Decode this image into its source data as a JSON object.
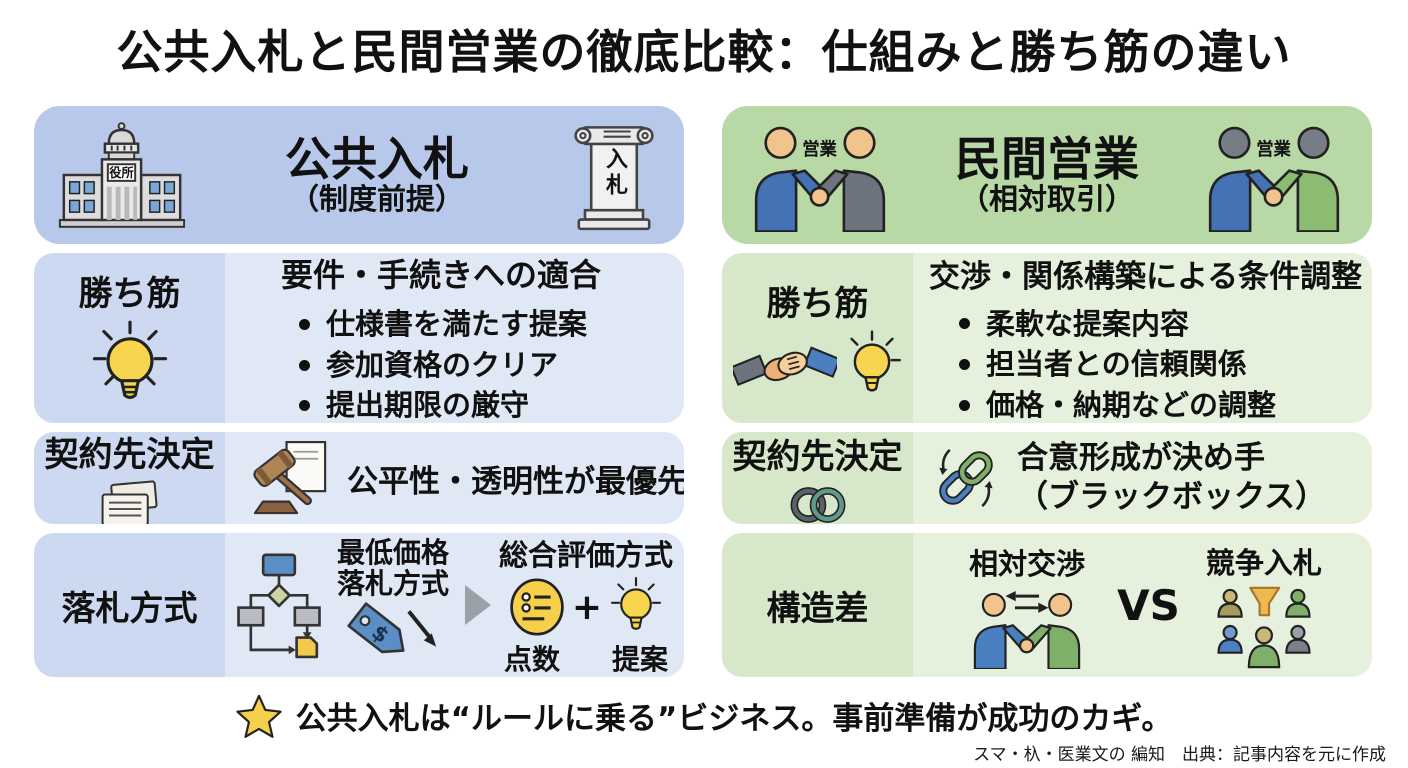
{
  "title": "公共入札と民間営業の徹底比較：仕組みと勝ち筋の違い",
  "left": {
    "header": {
      "title": "公共入札",
      "subtitle": "（制度前提）",
      "building_sign": "役所",
      "pillar_text": "入札"
    },
    "win": {
      "label": "勝ち筋",
      "heading": "要件・手続きへの適合",
      "bullets": [
        "仕様書を満たす提案",
        "参加資格のクリア",
        "提出期限の厳守"
      ]
    },
    "contract": {
      "label": "契約先決定",
      "text": "公平性・透明性が最優先"
    },
    "award": {
      "label": "落札方式",
      "method1": [
        "最低価格",
        "落札方式"
      ],
      "tag_symbol": "$",
      "method2": "総合評価方式",
      "plus": "+",
      "score_label": "点数",
      "proposal_label": "提案"
    }
  },
  "right": {
    "header": {
      "title": "民間営業",
      "subtitle": "（相対取引）",
      "sales_label_left": "営業",
      "sales_label_right": "営業"
    },
    "win": {
      "label": "勝ち筋",
      "heading": "交渉・関係構築による条件調整",
      "bullets": [
        "柔軟な提案内容",
        "担当者との信頼関係",
        "価格・納期などの調整"
      ]
    },
    "contract": {
      "label": "契約先決定",
      "line1": "合意形成が決め手",
      "line2": "（ブラックボックス）"
    },
    "structure": {
      "label": "構造差",
      "negotiation_title": "相対交渉",
      "vs": "VS",
      "bidding_title": "競争入札"
    }
  },
  "footer": {
    "note": "公共入札は“ルールに乗る”ビジネス。事前準備が成功のカギ。",
    "credit": "スマ・杁・医業文の 編知　出典：記事内容を元に作成"
  },
  "colors": {
    "left_header_bg": "#b7c8ea",
    "left_label_bg": "#cdd9f0",
    "left_content_bg": "#e0e8f6",
    "right_header_bg": "#b8d9a6",
    "right_label_bg": "#d6e8c9",
    "right_content_bg": "#e6f1dd",
    "accent_yellow": "#f6cf4b",
    "accent_blue": "#4a7fc1",
    "accent_green": "#7fb069",
    "tag_blue": "#5b8ec4"
  }
}
